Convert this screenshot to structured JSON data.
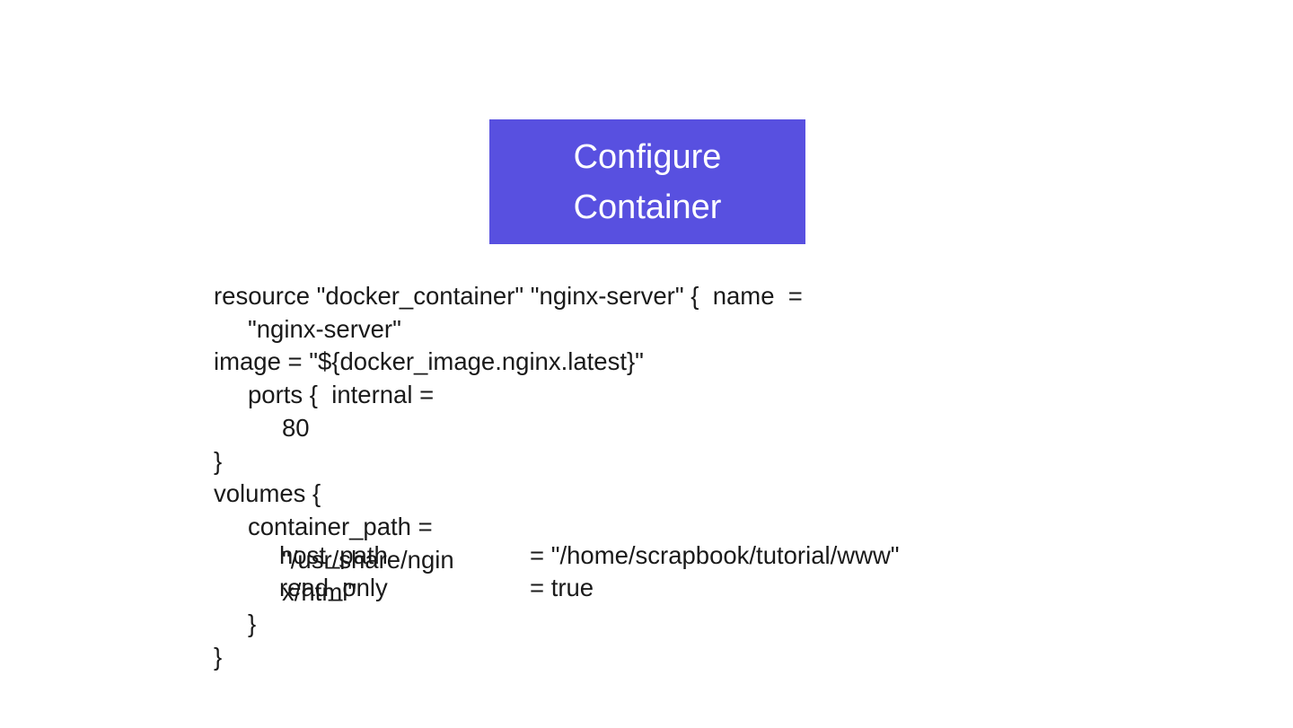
{
  "colors": {
    "page_bg": "#ffffff",
    "node_bg": "#5850e0",
    "node_text": "#ffffff",
    "code_text": "#1a1a1a"
  },
  "node": {
    "title_lines": [
      "Configure",
      "Container"
    ]
  },
  "code": {
    "lines": [
      "resource \"docker_container\" \"nginx-server\" {  name  =",
      "\"nginx-server\"",
      "image = \"${docker_image.nginx.latest}\"",
      "ports {  internal =",
      "80",
      "}",
      "volumes {",
      "container_path =",
      "\"/usr/share/ngin",
      "x/html\"",
      "}",
      "}"
    ],
    "overlay": [
      {
        "key": "host_path",
        "value": "= \"/home/scrapbook/tutorial/www\""
      },
      {
        "key": "read_only",
        "value": "= true"
      }
    ]
  }
}
